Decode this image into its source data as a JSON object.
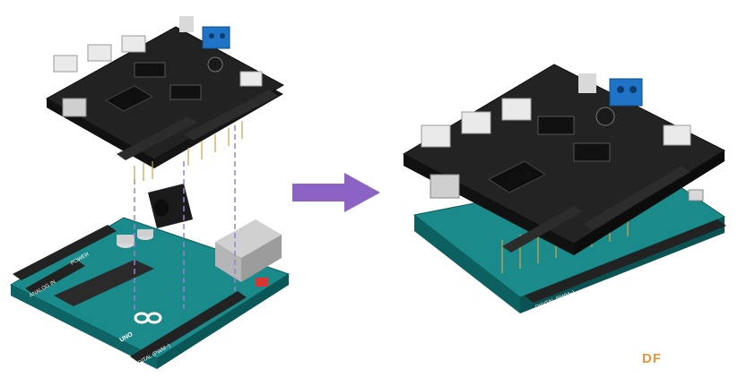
{
  "watermark": "DF",
  "left_board": {
    "labels": {
      "power_header": "POWER",
      "analog_header": "ANALOG IN",
      "digital_header": "DIGITAL (PWM~)",
      "model": "UNO"
    }
  },
  "right_board": {
    "labels": {
      "digital_header": "DIGITAL (PWM~)"
    }
  },
  "colors": {
    "arduino_teal": "#1a8a8a",
    "shield_black": "#1e1e1e",
    "arrow_purple": "#8a63c5",
    "terminal_blue": "#1f74c8",
    "guide_lines": "#9b7fd3",
    "watermark": "#f0923a"
  }
}
